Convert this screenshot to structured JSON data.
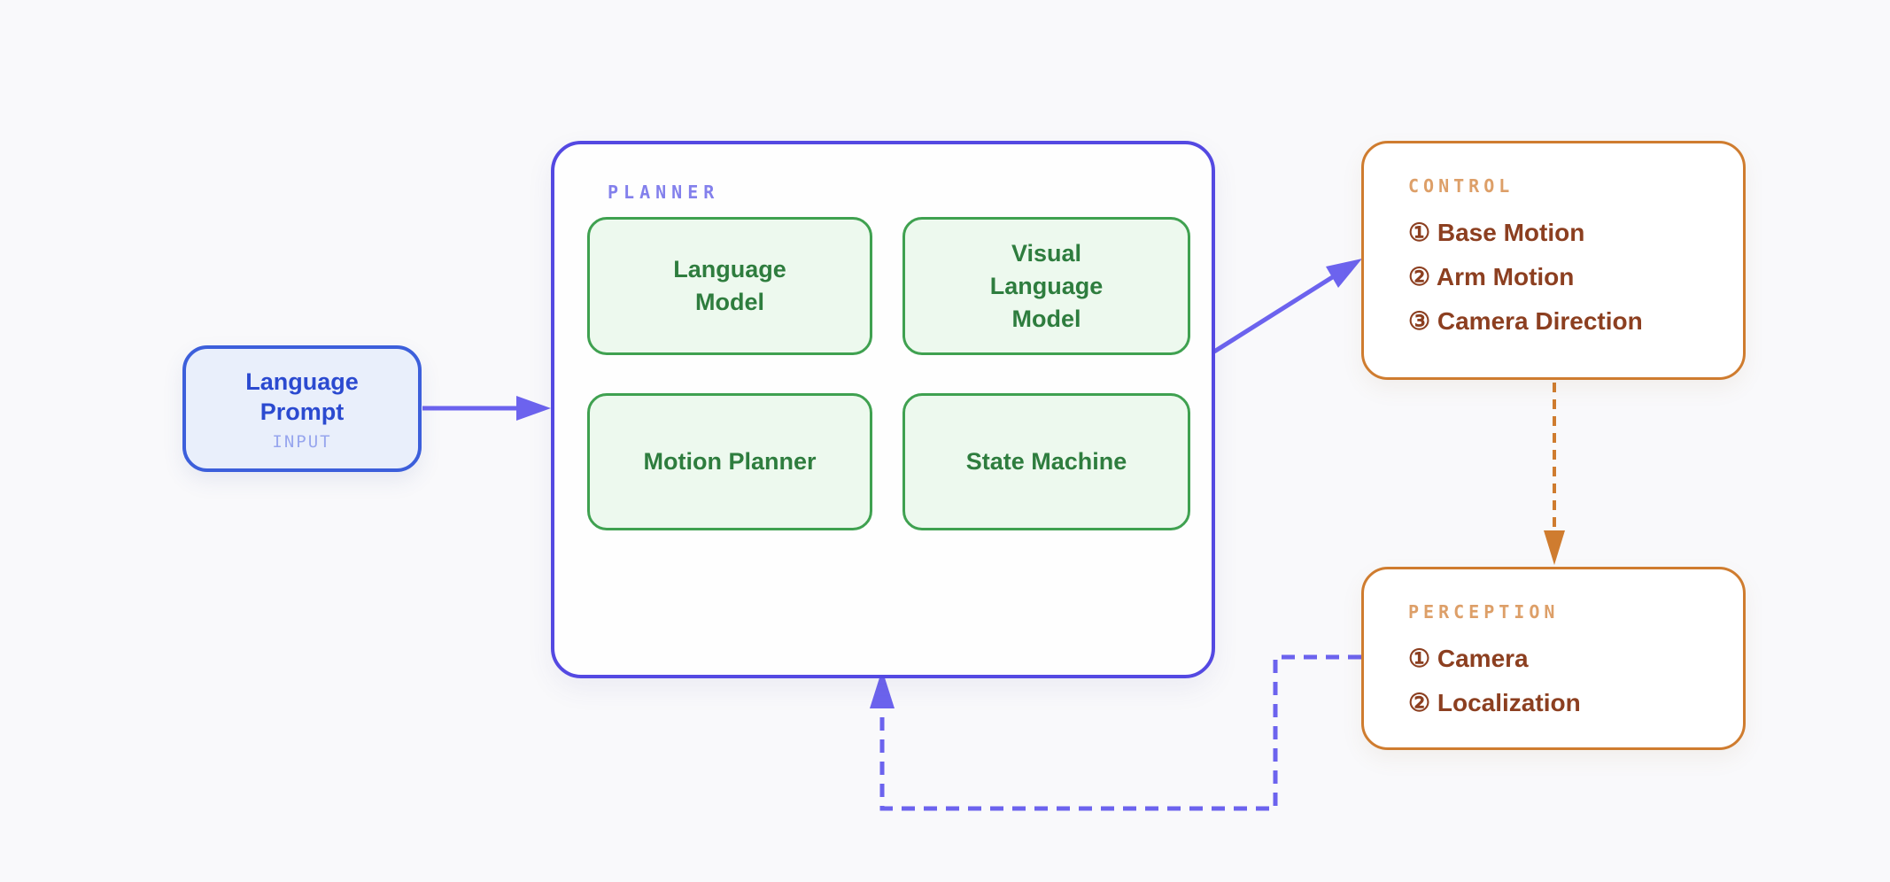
{
  "colors": {
    "background": "#f9f9fb",
    "indigo_border": "#5449e2",
    "indigo_arrow": "#6c63ee",
    "blue_border": "#3c5fdb",
    "blue_fill": "#e9effb",
    "blue_text": "#2b4ad0",
    "muted_blue": "#97a6ee",
    "planner_label": "#8380ec",
    "green_border": "#3fa150",
    "green_fill": "#edf9ee",
    "green_text": "#2e7d3e",
    "orange_border": "#cf7c2f",
    "orange_label": "#dd9f68",
    "rust_text": "#8c3f20"
  },
  "input_box": {
    "title": "Language Prompt",
    "tag": "INPUT"
  },
  "planner": {
    "label": "PLANNER",
    "modules": [
      {
        "label": "Language Model"
      },
      {
        "label": "Visual Language Model"
      },
      {
        "label": "Motion Planner"
      },
      {
        "label": "State Machine"
      }
    ]
  },
  "control": {
    "label": "CONTROL",
    "items": [
      {
        "text": "① Base Motion"
      },
      {
        "text": "② Arm Motion"
      },
      {
        "text": "③ Camera Direction"
      }
    ]
  },
  "perception": {
    "label": "PERCEPTION",
    "items": [
      {
        "text": "① Camera"
      },
      {
        "text": "② Localization"
      }
    ]
  }
}
